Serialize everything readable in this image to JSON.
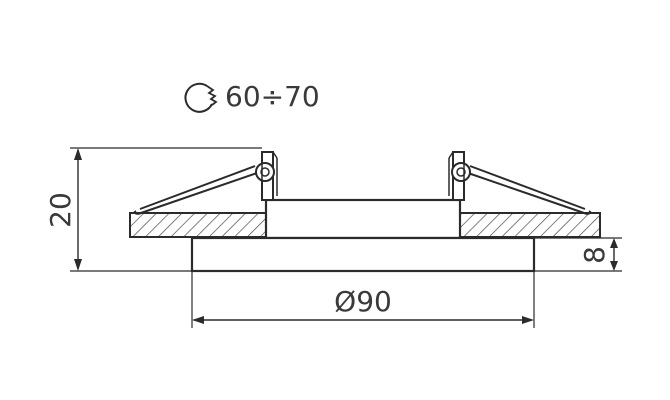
{
  "cutout": {
    "value": "60÷70",
    "icon": "hole-cutter-icon"
  },
  "dimensions": {
    "height_total": "20",
    "height_ring": "8",
    "diameter": "Ø90"
  },
  "colors": {
    "line": "#2b2b2b",
    "text": "#3a3a3a",
    "hatch": "#4a4a4a",
    "background": "#ffffff"
  }
}
